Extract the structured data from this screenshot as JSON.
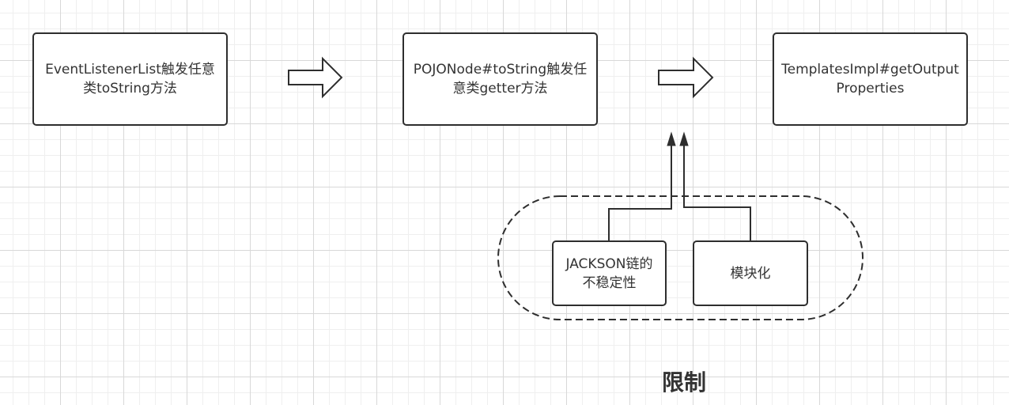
{
  "nodes": {
    "event_listener": "EventListenerList触发任意类toString方法",
    "pojonode": "POJONode#toString触发任意类getter方法",
    "templates": "TemplatesImpl#getOutputProperties",
    "jackson": "JACKSON链的不稳定性",
    "module": "模块化"
  },
  "group_label": "限制",
  "colors": {
    "stroke": "#2e2e2e",
    "text": "#333333",
    "fill": "#ffffff"
  }
}
